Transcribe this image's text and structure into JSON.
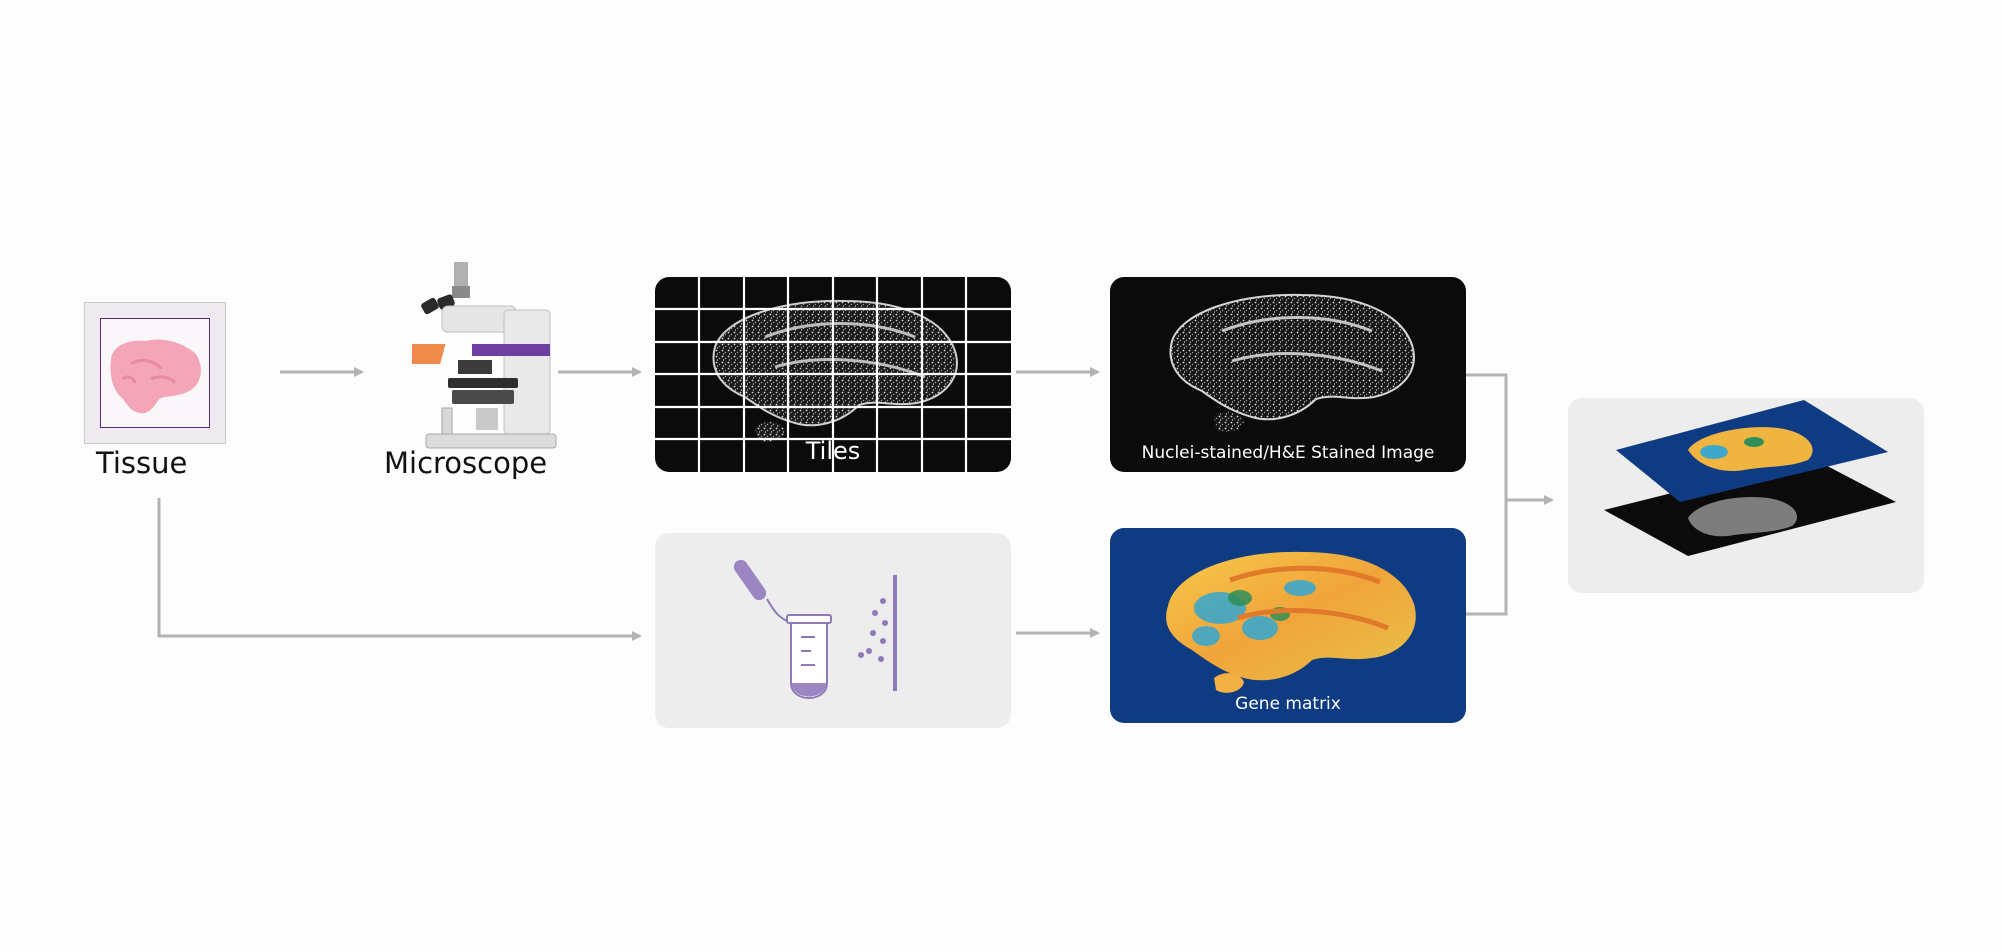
{
  "diagram": {
    "tissue_label": "Tissue",
    "microscope_label": "Microscope",
    "tiles_label": "Tiles",
    "stained_label": "Nuclei-stained/H&E Stained Image",
    "gene_matrix_label": "Gene matrix"
  },
  "colors": {
    "arrow": "#b3b3b3",
    "tissue_pink": "#f4a6b8",
    "slide_border": "#5a2d82",
    "purple": "#8f7ab8",
    "gene_blue": "#0f3b82",
    "panel_dark": "#0b0b0b",
    "panel_light": "#ededed"
  },
  "icons": [
    "tissue-slide-icon",
    "microscope-icon",
    "pipette-icon",
    "tube-icon",
    "arrow-icon"
  ]
}
